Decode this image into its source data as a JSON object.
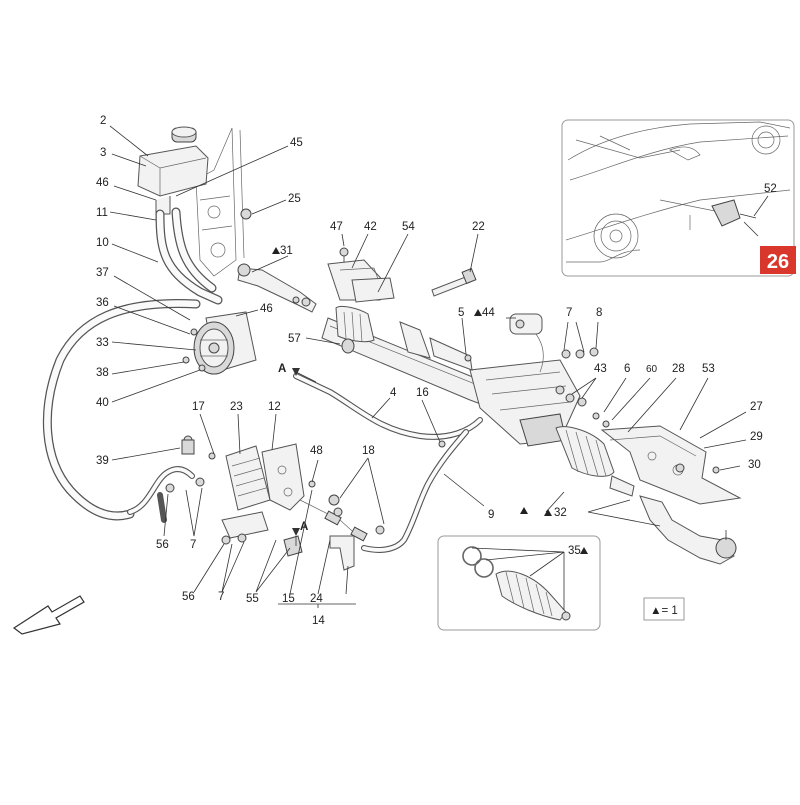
{
  "diagram": {
    "callouts": [
      {
        "id": "c2",
        "label": "2"
      },
      {
        "id": "c3",
        "label": "3"
      },
      {
        "id": "c46a",
        "label": "46"
      },
      {
        "id": "c11",
        "label": "11"
      },
      {
        "id": "c10",
        "label": "10"
      },
      {
        "id": "c37",
        "label": "37"
      },
      {
        "id": "c36",
        "label": "36"
      },
      {
        "id": "c33",
        "label": "33"
      },
      {
        "id": "c38",
        "label": "38"
      },
      {
        "id": "c40",
        "label": "40"
      },
      {
        "id": "c39",
        "label": "39"
      },
      {
        "id": "c56a",
        "label": "56"
      },
      {
        "id": "c7a",
        "label": "7"
      },
      {
        "id": "c56b",
        "label": "56"
      },
      {
        "id": "c7b",
        "label": "7"
      },
      {
        "id": "c55",
        "label": "55"
      },
      {
        "id": "c15",
        "label": "15"
      },
      {
        "id": "c24",
        "label": "24"
      },
      {
        "id": "c17",
        "label": "17"
      },
      {
        "id": "c23",
        "label": "23"
      },
      {
        "id": "c12",
        "label": "12"
      },
      {
        "id": "c48",
        "label": "48"
      },
      {
        "id": "c18",
        "label": "18"
      },
      {
        "id": "c45",
        "label": "45"
      },
      {
        "id": "c25",
        "label": "25"
      },
      {
        "id": "c31",
        "label": "31"
      },
      {
        "id": "c46b",
        "label": "46"
      },
      {
        "id": "c47",
        "label": "47"
      },
      {
        "id": "c42",
        "label": "42"
      },
      {
        "id": "c54",
        "label": "54"
      },
      {
        "id": "c22",
        "label": "22"
      },
      {
        "id": "c57",
        "label": "57"
      },
      {
        "id": "c5",
        "label": "5"
      },
      {
        "id": "c44",
        "label": "44"
      },
      {
        "id": "c4",
        "label": "4"
      },
      {
        "id": "c16",
        "label": "16"
      },
      {
        "id": "c9",
        "label": "9"
      },
      {
        "id": "c7c",
        "label": "7"
      },
      {
        "id": "c8",
        "label": "8"
      },
      {
        "id": "c43",
        "label": "43"
      },
      {
        "id": "c6",
        "label": "6"
      },
      {
        "id": "c60",
        "label": "60"
      },
      {
        "id": "c28",
        "label": "28"
      },
      {
        "id": "c53",
        "label": "53"
      },
      {
        "id": "c27",
        "label": "27"
      },
      {
        "id": "c29",
        "label": "29"
      },
      {
        "id": "c30",
        "label": "30"
      },
      {
        "id": "c32",
        "label": "32"
      },
      {
        "id": "c35",
        "label": "35"
      },
      {
        "id": "c52",
        "label": "52"
      }
    ],
    "group_label": "14",
    "arrow_label_a1": "A",
    "arrow_label_a2": "A",
    "legend": "▲= 1",
    "inset_badge": "26",
    "badge_color": "#d9372b"
  }
}
